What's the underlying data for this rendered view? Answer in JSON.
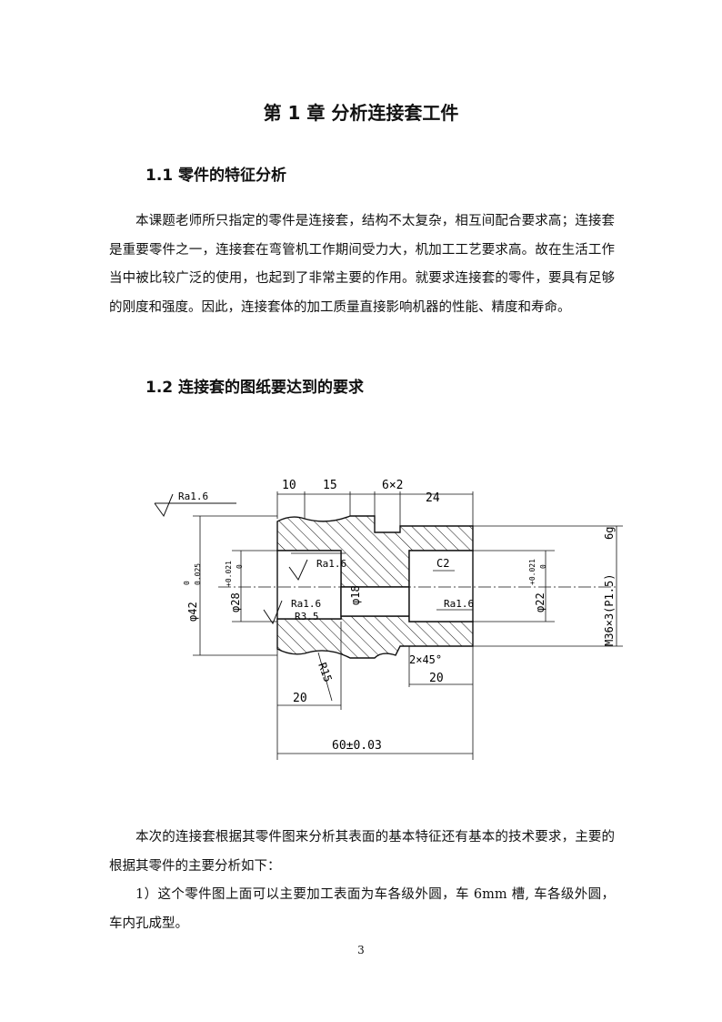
{
  "chapter_title": "第 1 章  分析连接套工件",
  "section1": {
    "title": "1.1 零件的特征分析",
    "paragraph": "本课题老师所只指定的零件是连接套，结构不太复杂，相互间配合要求高；连接套是重要零件之一，连接套在弯管机工作期间受力大，机加工工艺要求高。故在生活工作当中被比较广泛的使用，也起到了非常主要的作用。就要求连接套的零件，要具有足够的刚度和强度。因此，连接套体的加工质量直接影响机器的性能、精度和寿命。"
  },
  "section2": {
    "title": "1.2 连接套的图纸要达到的要求"
  },
  "drawing": {
    "dim_top_1": "10",
    "dim_top_2": "15",
    "dim_top_3": "6×2",
    "dim_top_4": "24",
    "ra_top": "Ra1.6",
    "ra_left_bore": "Ra1.6",
    "ra_left_bore_2": "Ra1.6",
    "ra_right_bore": "Ra1.6",
    "radius_inner": "R3.5",
    "radius_outer": "R15",
    "chamfer_c2": "C2",
    "chamfer_2x45": "2×45°",
    "dia_outer": "φ42",
    "dia_outer_tol_up": "0",
    "dia_outer_tol_low": "0.025",
    "dia_left_bore": "φ28",
    "dia_left_bore_tol_up": "+0.021",
    "dia_left_bore_tol_low": "0",
    "dia_center": "φ18",
    "dia_right_bore": "φ22",
    "dia_right_bore_tol_up": "+0.021",
    "dia_right_bore_tol_low": "0",
    "thread": "M36×3(P1.5)",
    "thread_tol": "6g",
    "dim_bottom_left": "20",
    "dim_bottom_right": "20",
    "dim_total": "60±0.03"
  },
  "section2_paragraph1": "本次的连接套根据其零件图来分析其表面的基本特征还有基本的技术要求，主要的根据其零件的主要分析如下：",
  "section2_paragraph2": "1）这个零件图上面可以主要加工表面为车各级外圆，车 6mm 槽, 车各级外圆，车内孔成型。",
  "page_number": "3"
}
